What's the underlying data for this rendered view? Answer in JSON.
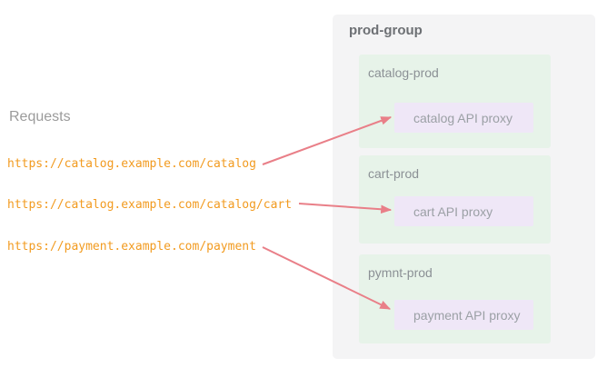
{
  "diagram": {
    "requests_label": "Requests",
    "requests": [
      "https://catalog.example.com/catalog",
      "https://catalog.example.com/catalog/cart",
      "https://payment.example.com/payment"
    ],
    "group": {
      "title": "prod-group",
      "environments": [
        {
          "name": "catalog-prod",
          "proxy": "catalog API proxy"
        },
        {
          "name": "cart-prod",
          "proxy": "cart API proxy"
        },
        {
          "name": "pymnt-prod",
          "proxy": "payment API proxy"
        }
      ]
    },
    "colors": {
      "url_text": "#f29b20",
      "arrow": "#e97f88",
      "group_bg": "#f4f4f5",
      "environment_bg": "#e7f3e9",
      "proxy_bg": "#efe7f7",
      "requests_text": "#9b9b9b"
    }
  }
}
